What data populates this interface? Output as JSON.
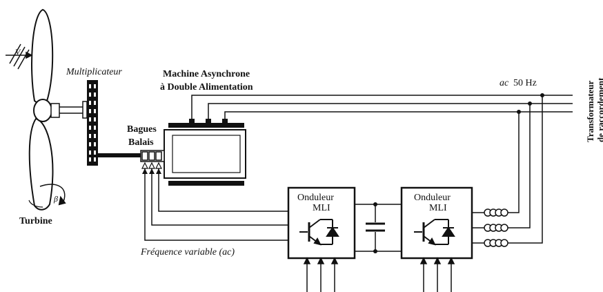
{
  "labels": {
    "wind_speed": "V",
    "gearbox": "Multiplicateur",
    "machine_line1": "Machine Asynchrone",
    "machine_line2": "à Double Alimentation",
    "grid_freq_prefix": "ac",
    "grid_freq_value": "50 Hz",
    "rings_line1": "Bagues",
    "rings_line2": "Balais",
    "beta": "β",
    "turbine": "Turbine",
    "variable_freq": "Fréquence variable (ac)",
    "inverter_left_line1": "Onduleur",
    "inverter_left_line2": "MLI",
    "inverter_right_line1": "Onduleur",
    "inverter_right_line2": "MLI",
    "transformer_line1": "Transformateur",
    "transformer_line2": "de raccordement"
  },
  "colors": {
    "ink": "#111111",
    "background": "#ffffff"
  },
  "icons": [
    "turbine-blades-icon",
    "gear-icon",
    "igbt-switch-icon",
    "diode-icon",
    "capacitor-icon",
    "inductor-icon"
  ]
}
